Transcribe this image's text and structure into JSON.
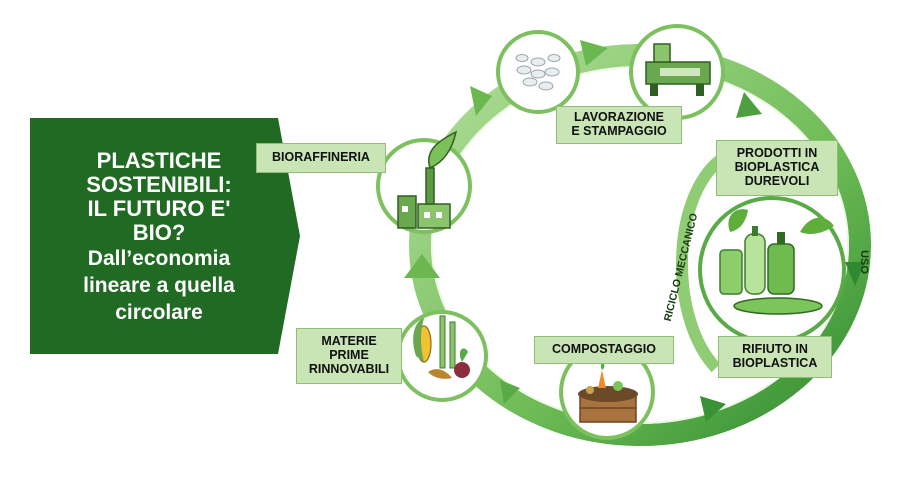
{
  "title": {
    "line1": "PLASTICHE",
    "line2": "SOSTENIBILI:",
    "line3": "IL FUTURO E'",
    "line4": "BIO?",
    "sub1": "Dall’economia",
    "sub2": "lineare a quella",
    "sub3": "circolare"
  },
  "stages": {
    "bioraffineria": "BIORAFFINERIA",
    "lavorazione": [
      "LAVORAZIONE",
      "E STAMPAGGIO"
    ],
    "prodotti": [
      "PRODOTTI IN",
      "BIOPLASTICA",
      "DUREVOLI"
    ],
    "rifiuto": [
      "RIFIUTO IN",
      "BIOPLASTICA"
    ],
    "compostaggio": "COMPOSTAGGIO",
    "materie": [
      "MATERIE",
      "PRIME",
      "RINNOVABILI"
    ]
  },
  "loop_labels": {
    "uso": "USO",
    "riciclo": "RICICLO MECCANICO"
  },
  "colors": {
    "dark_green": "#216a24",
    "label_bg": "#c9e4b5",
    "arrow_green": "#5fb04a",
    "arrow_light": "#a9d88f"
  },
  "icons": [
    "factory-icon",
    "pellets-icon",
    "extruder-icon",
    "bioplastic-products-icon",
    "compost-icon",
    "crops-icon"
  ]
}
